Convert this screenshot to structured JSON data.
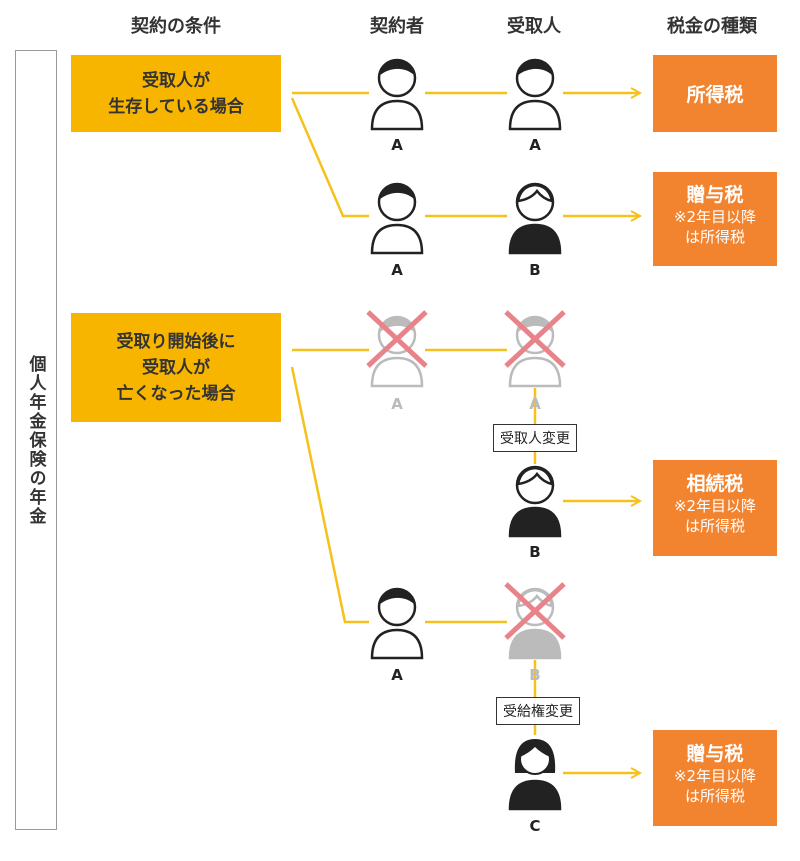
{
  "headers": {
    "conditions": "契約の条件",
    "policyholder": "契約者",
    "recipient": "受取人",
    "tax_type": "税金の種類"
  },
  "sidebar_label": "個人年金保険の年金",
  "conditions": [
    {
      "line1": "受取人が",
      "line2": "生存している場合"
    },
    {
      "line1": "受取り開始後に",
      "line2": "受取人が",
      "line3": "亡くなった場合"
    }
  ],
  "people": {
    "r1_holder": "A",
    "r1_recipient": "A",
    "r2_holder": "A",
    "r2_recipient": "B",
    "r3_holder": "A",
    "r3_recipient": "A",
    "r4_recipient": "B",
    "r5_holder": "A",
    "r5_recipient": "B",
    "r6_recipient": "C"
  },
  "change_labels": {
    "recipient_change": "受取人変更",
    "benefit_change": "受給権変更"
  },
  "taxes": {
    "t1_main": "所得税",
    "t2_main": "贈与税",
    "t2_sub1": "※2年目以降",
    "t2_sub2": "は所得税",
    "t3_main": "相続税",
    "t3_sub1": "※2年目以降",
    "t3_sub2": "は所得税",
    "t4_main": "贈与税",
    "t4_sub1": "※2年目以降",
    "t4_sub2": "は所得税"
  },
  "colors": {
    "line": "#f5c11b",
    "condition_box": "#f7b500",
    "tax_box": "#f28430",
    "cross": "#e8838a",
    "person_dark": "#222222",
    "person_gray": "#bbbbbb"
  }
}
